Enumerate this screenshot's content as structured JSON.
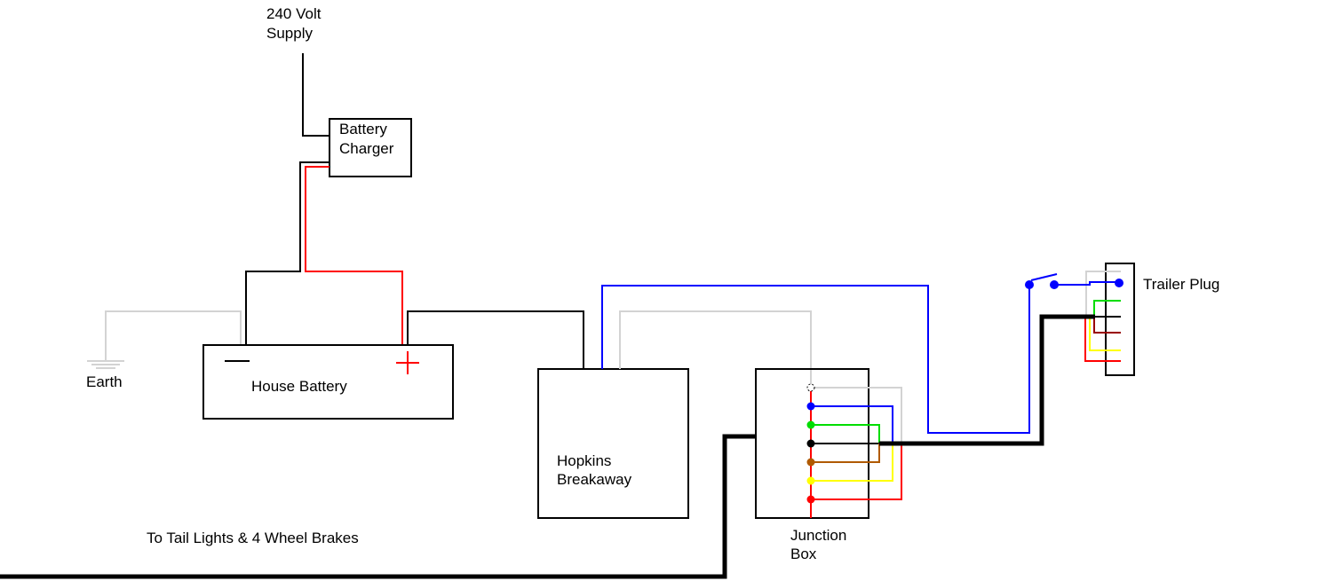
{
  "labels": {
    "supply_line1": "240 Volt",
    "supply_line2": "Supply",
    "charger_line1": "Battery",
    "charger_line2": "Charger",
    "earth": "Earth",
    "house_battery": "House Battery",
    "battery_negative": "—",
    "battery_positive": "+",
    "breakaway_line1": "Hopkins",
    "breakaway_line2": "Breakaway",
    "junction_line1": "Junction",
    "junction_line2": "Box",
    "trailer_plug": "Trailer Plug",
    "tail_lights": "To Tail Lights & 4 Wheel Brakes"
  },
  "colors": {
    "black": "#000000",
    "red": "#ff0000",
    "grey": "#d3d3d3",
    "blue": "#0000ff",
    "green": "#00dd00",
    "brown": "#b05a00",
    "yellow": "#ffff00",
    "dark_red": "#990000"
  }
}
